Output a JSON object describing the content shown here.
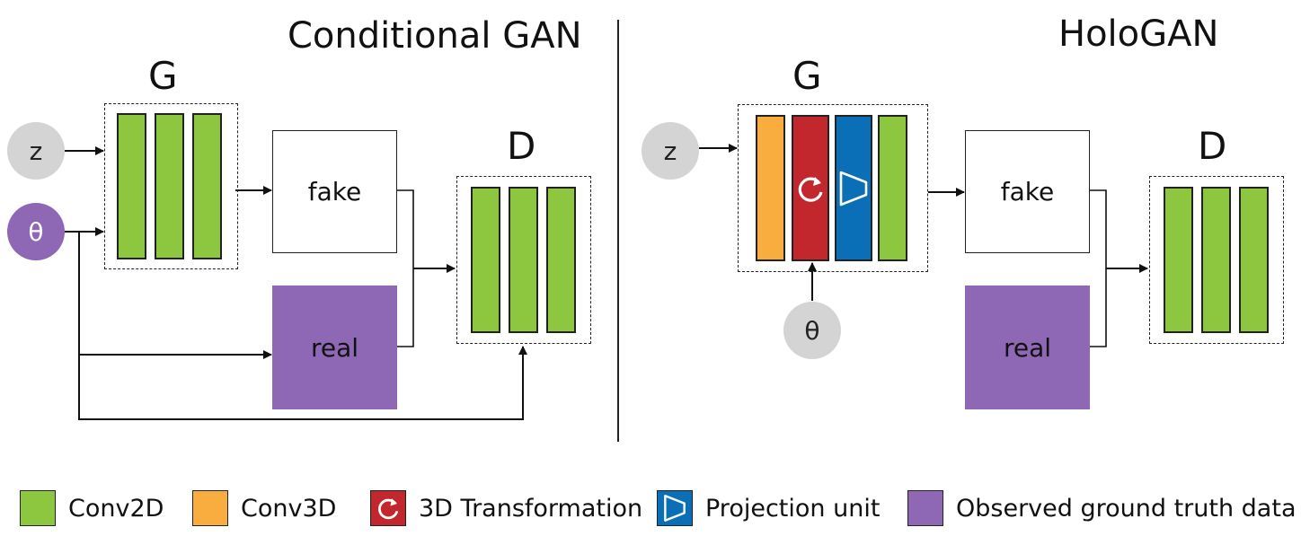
{
  "left": {
    "title": "Conditional GAN",
    "generator_label": "G",
    "discriminator_label": "D",
    "input_z": "z",
    "input_theta": "θ",
    "fake_label": "fake",
    "real_label": "real"
  },
  "right": {
    "title": "HoloGAN",
    "generator_label": "G",
    "discriminator_label": "D",
    "input_z": "z",
    "input_theta": "θ",
    "fake_label": "fake",
    "real_label": "real"
  },
  "legend": [
    {
      "label": "Conv2D",
      "icon": "conv2d-swatch",
      "color": "#8dc63f"
    },
    {
      "label": "Conv3D",
      "icon": "conv3d-swatch",
      "color": "#f9ad3e"
    },
    {
      "label": "3D Transformation",
      "icon": "rotation-icon",
      "color": "#c1272d"
    },
    {
      "label": "Projection unit",
      "icon": "projection-icon",
      "color": "#0b6fb8"
    },
    {
      "label": "Observed ground truth data",
      "icon": "ground-truth-swatch",
      "color": "#8e68b4"
    }
  ],
  "colors": {
    "conv2d": "#8dc63f",
    "conv3d": "#f9ad3e",
    "transform": "#c1272d",
    "projection": "#0b6fb8",
    "observed": "#8e68b4",
    "input_gray": "#d4d4d4"
  }
}
